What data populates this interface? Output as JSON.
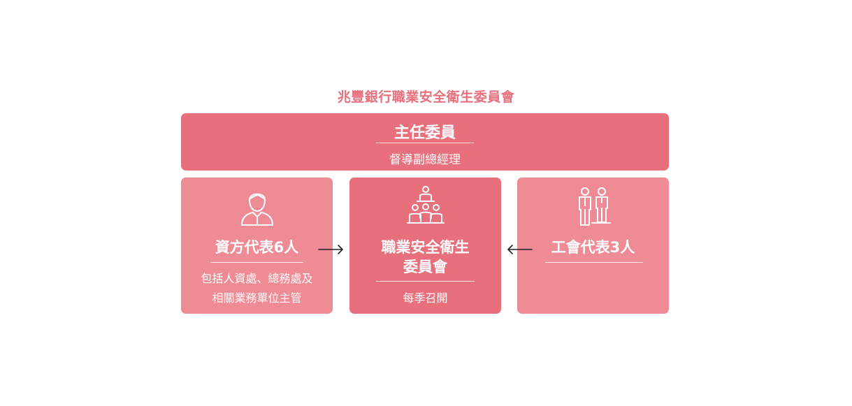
{
  "title": "兆豐銀行職業安全衛生委員會",
  "chair": {
    "heading": "主任委員",
    "detail": "督導副總經理"
  },
  "employer": {
    "heading": "資方代表6人",
    "detail_lines": [
      "包括人資處、總務處及",
      "相關業務單位主管"
    ],
    "icon": "person-icon"
  },
  "committee": {
    "heading_lines": [
      "職業安全衛生",
      "委員會"
    ],
    "detail": "每季召開",
    "icon": "meeting-group-icon"
  },
  "union": {
    "heading": "工會代表3人",
    "icon": "two-people-icon"
  },
  "colors": {
    "title": "#e8707d",
    "main_box": "#e8707d",
    "side_box": "#ee8b95",
    "arrow": "#222222"
  }
}
